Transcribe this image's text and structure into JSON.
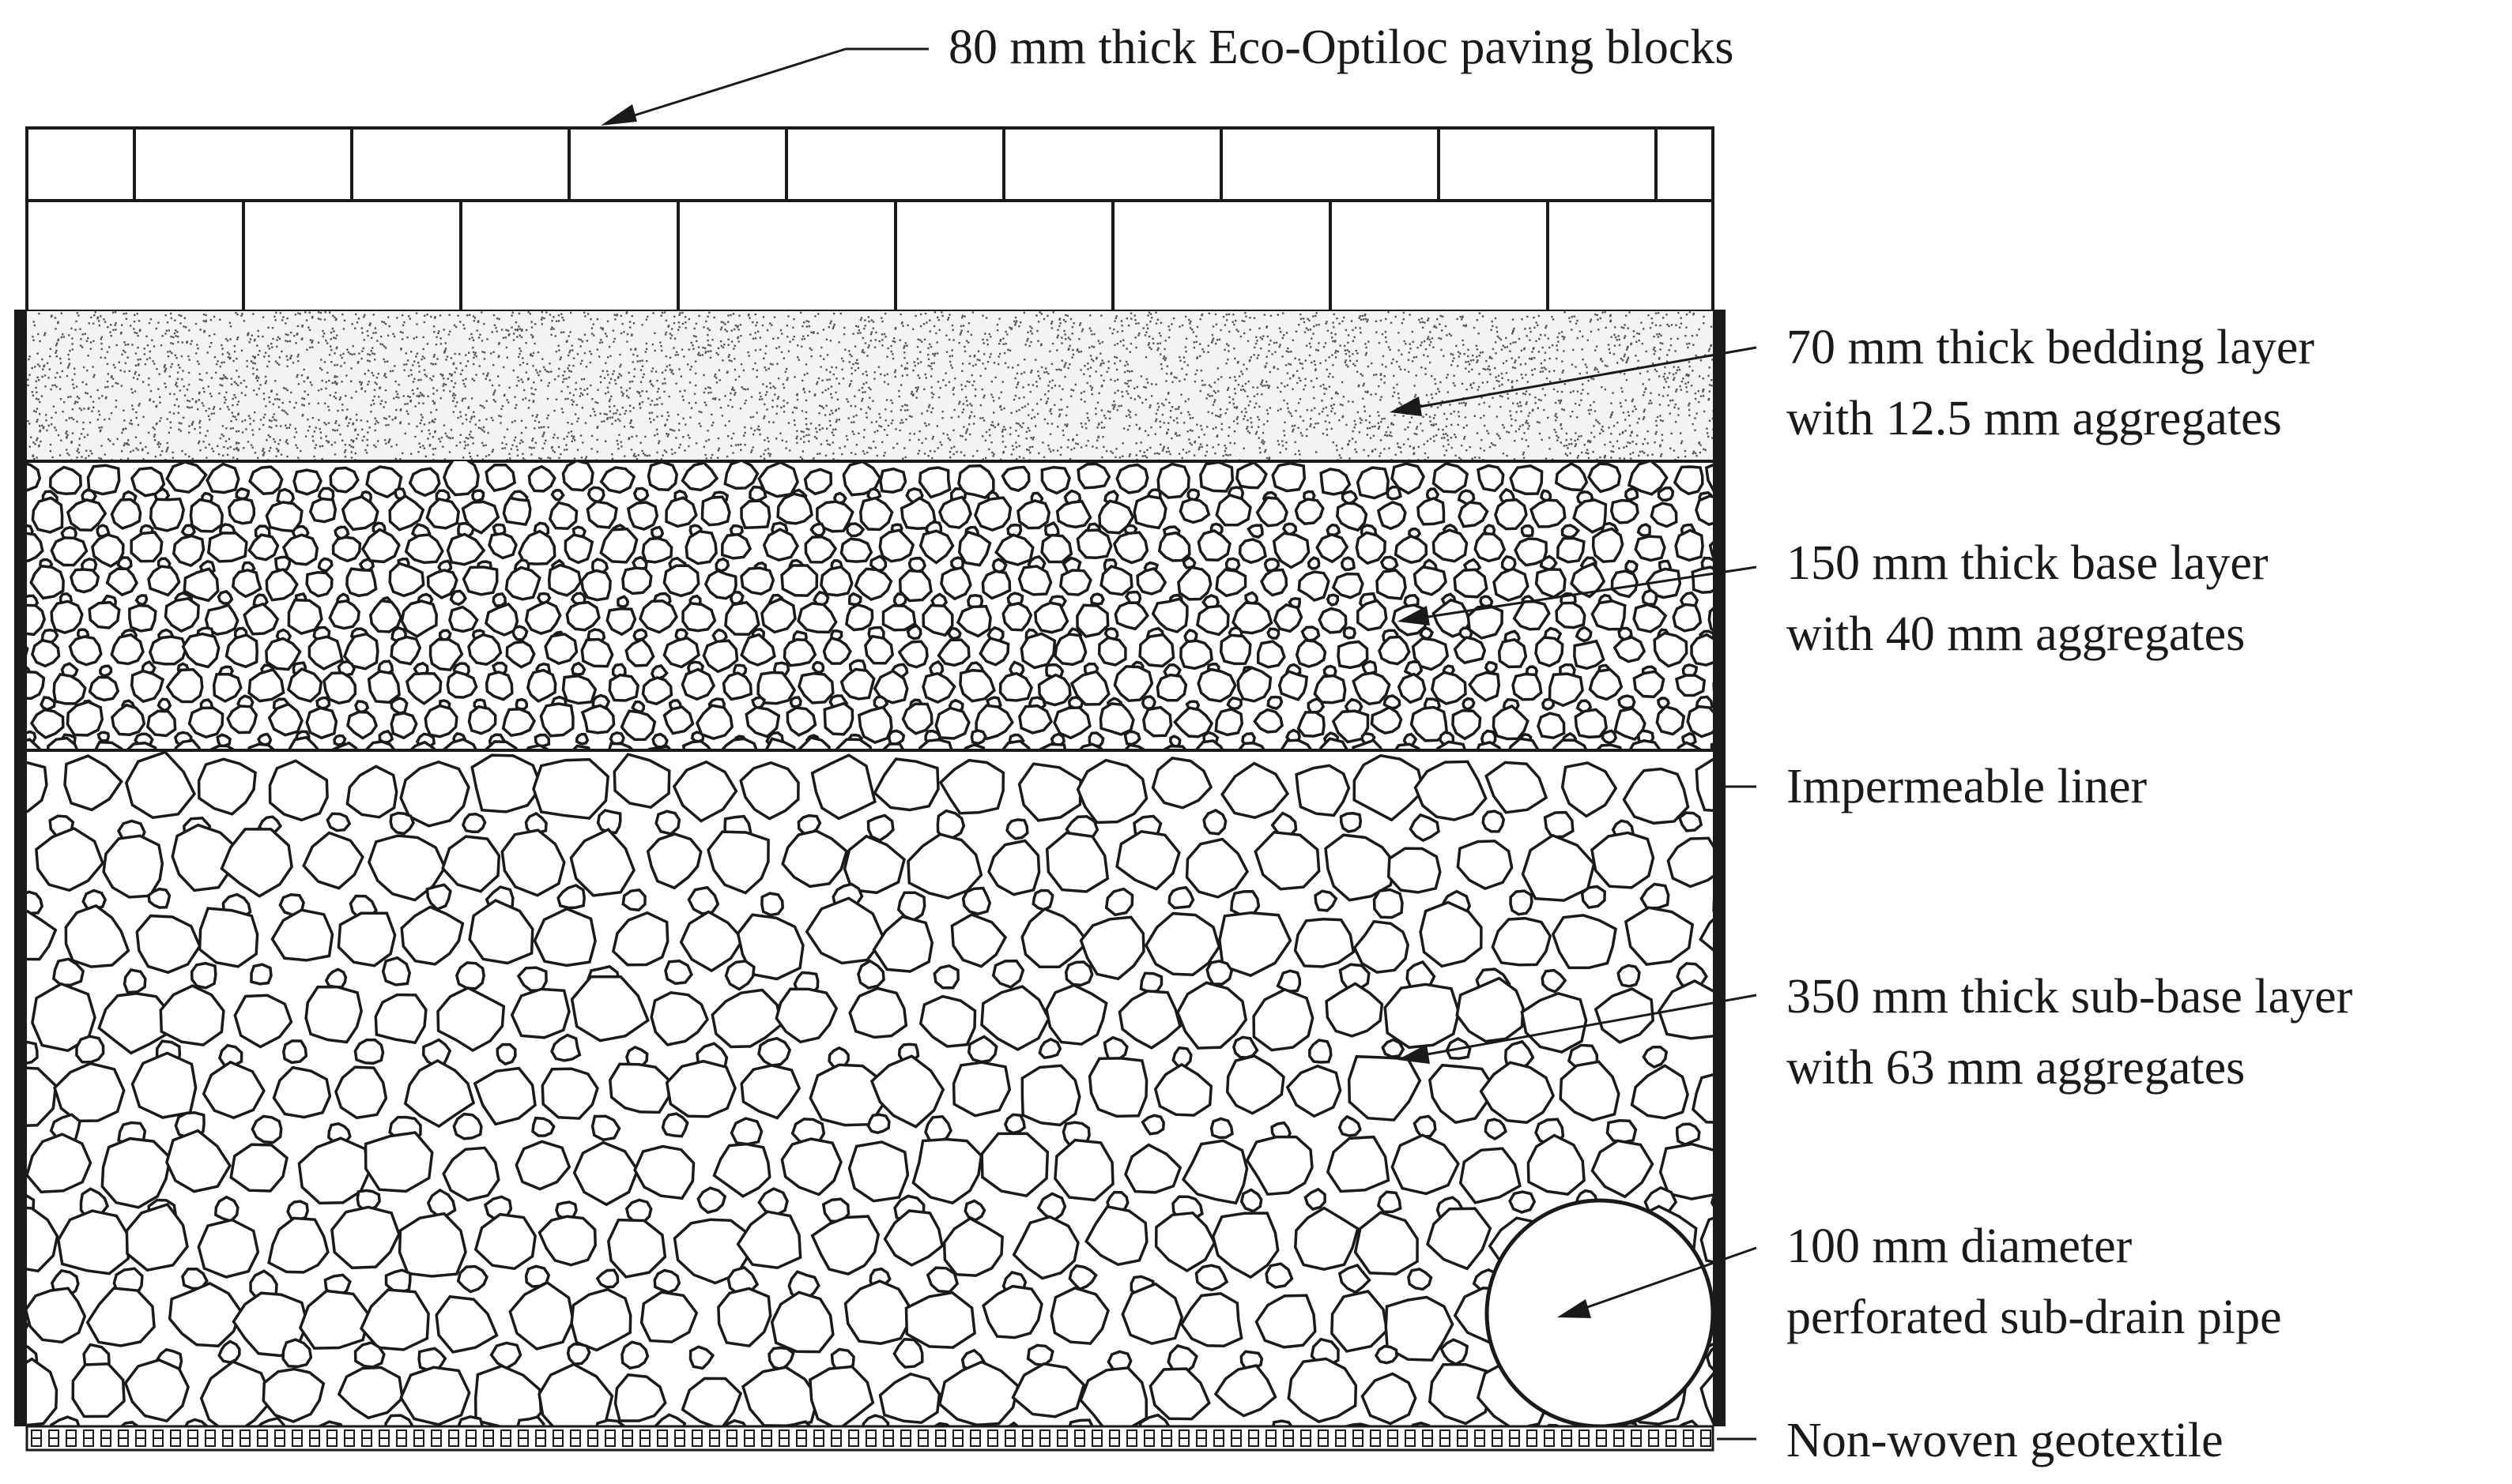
{
  "labels": {
    "paving": "80 mm thick Eco-Optiloc paving blocks",
    "bedding_line1": "70 mm thick bedding layer",
    "bedding_line2": "with 12.5 mm aggregates",
    "base_line1": "150 mm thick base layer",
    "base_line2": "with 40 mm aggregates",
    "liner": "Impermeable liner",
    "subbase_line1": "350 mm thick sub-base layer",
    "subbase_line2": "with 63 mm aggregates",
    "pipe_line1": "100 mm diameter",
    "pipe_line2": "perforated sub-drain pipe",
    "geotextile": "Non-woven geotextile"
  },
  "colors": {
    "line": "#1a1a1a",
    "background": "#ffffff"
  }
}
